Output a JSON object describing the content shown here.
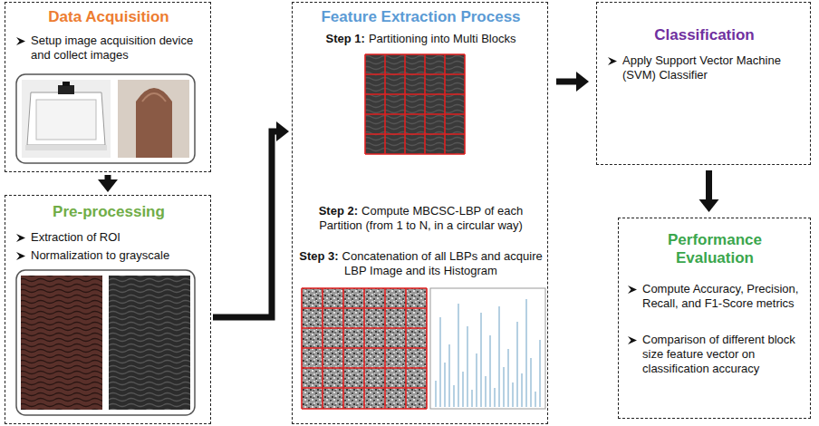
{
  "diagram": {
    "nodes": [
      {
        "text": [
          "Data Acquisition",
          "Setup image acquisition device and collect images"
        ]
      },
      {
        "text": [
          "Pre-processing",
          "Extraction of ROI",
          "Normalization to grayscale"
        ]
      },
      {
        "text": [
          "Feature Extraction Process",
          "Step 1:",
          "Partitioning into Multi Blocks",
          "Step 2:",
          "Compute MBCSC-LBP of each Partition (from 1 to N, in a circular way)",
          "Step 3:",
          "Concatenation of all LBPs and acquire LBP Image and its Histogram"
        ]
      },
      {
        "text": [
          "Classification",
          "Apply Support Vector Machine (SVM) Classifier"
        ]
      },
      {
        "text": [
          "Performance Evaluation",
          "Compute Accuracy, Precision, Recall, and F1-Score metrics",
          "Comparison of different block size feature vector on classification accuracy"
        ]
      }
    ],
    "edges": [
      {
        "from": 0,
        "to": 1,
        "arrow": "to"
      },
      {
        "from": 1,
        "to": 2,
        "arrow": "to"
      },
      {
        "from": 2,
        "to": 3,
        "arrow": "to"
      },
      {
        "from": 3,
        "to": 4,
        "arrow": "to"
      }
    ]
  }
}
